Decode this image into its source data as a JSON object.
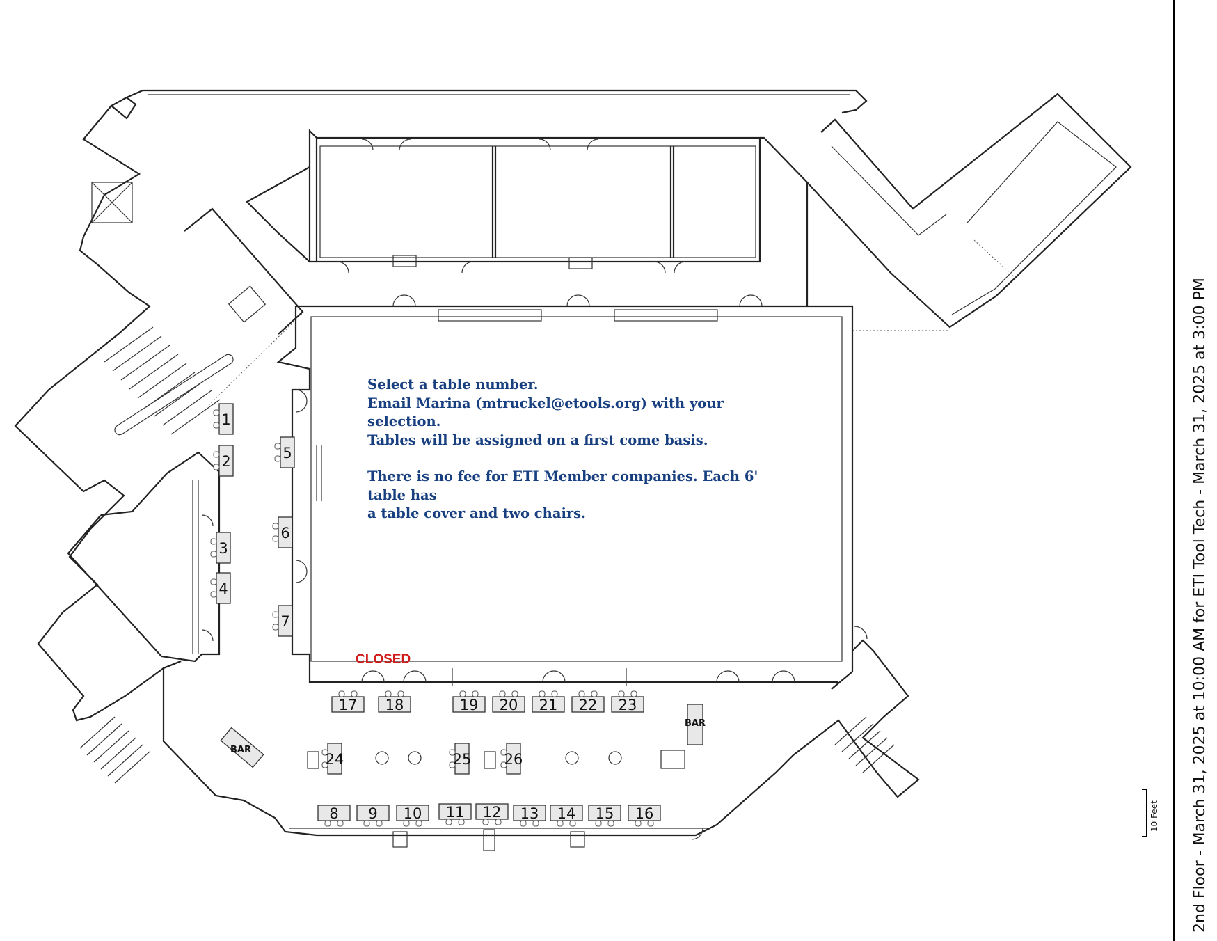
{
  "title": "2nd Floor - March 31, 2025 at 10:00 AM for ETI Tool Tech - March 31, 2025 at 3:00 PM",
  "instructions": {
    "line1": "Select a table number.",
    "line2": "Email Marina (mtruckel@etools.org) with your selection.",
    "line3": "Tables will be assigned on a first come basis.",
    "line4": "There is no fee for ETI Member companies. Each 6' table has",
    "line5": "a table cover and two chairs."
  },
  "closed_label": "CLOSED",
  "bar_label": "BAR",
  "scale_label": "10 Feet",
  "tables": [
    {
      "n": "1"
    },
    {
      "n": "2"
    },
    {
      "n": "3"
    },
    {
      "n": "4"
    },
    {
      "n": "5"
    },
    {
      "n": "6"
    },
    {
      "n": "7"
    },
    {
      "n": "8"
    },
    {
      "n": "9"
    },
    {
      "n": "10"
    },
    {
      "n": "11"
    },
    {
      "n": "12"
    },
    {
      "n": "13"
    },
    {
      "n": "14"
    },
    {
      "n": "15"
    },
    {
      "n": "16"
    },
    {
      "n": "17"
    },
    {
      "n": "18"
    },
    {
      "n": "19"
    },
    {
      "n": "20"
    },
    {
      "n": "21"
    },
    {
      "n": "22"
    },
    {
      "n": "23"
    },
    {
      "n": "24"
    },
    {
      "n": "25"
    },
    {
      "n": "26"
    }
  ]
}
